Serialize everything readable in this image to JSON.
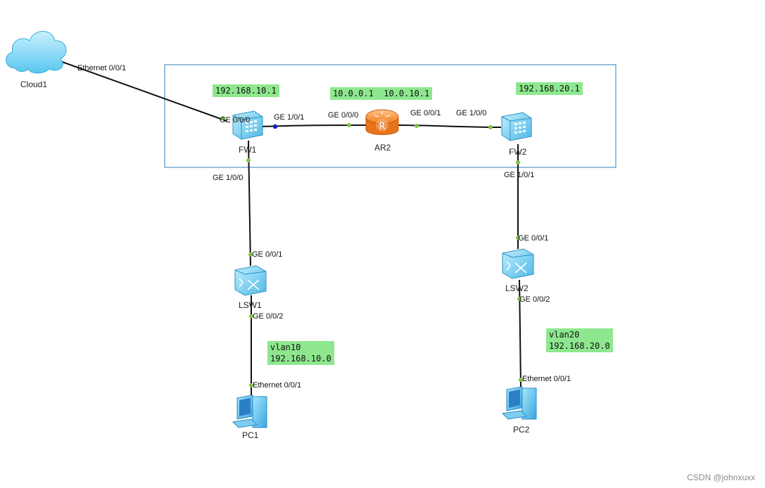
{
  "devices": {
    "cloud1": "Cloud1",
    "fw1": "FW1",
    "ar2": "AR2",
    "fw2": "FW2",
    "lsw1": "LSW1",
    "lsw2": "LSW2",
    "pc1": "PC1",
    "pc2": "PC2"
  },
  "ports": {
    "cloud_eth": "Ethernet 0/0/1",
    "fw1_ge000": "GE 0/0/0",
    "fw1_ge101": "GE 1/0/1",
    "ar2_ge000": "GE 0/0/0",
    "ar2_ge001": "GE 0/0/1",
    "fw2_ge100": "GE 1/0/0",
    "fw1_ge100": "GE 1/0/0",
    "fw2_ge101": "GE 1/0/1",
    "lsw1_ge001": "GE 0/0/1",
    "lsw1_ge002": "GE 0/0/2",
    "lsw2_ge001": "GE 0/0/1",
    "lsw2_ge002": "GE 0/0/2",
    "pc1_eth": "Ethernet 0/0/1",
    "pc2_eth": "Ethernet 0/0/1"
  },
  "notes": {
    "fw1_ip": "192.168.10.1",
    "ar2_ip": "10.0.0.1  10.0.10.1",
    "fw2_ip": "192.168.20.1",
    "vlan10": "vlan10\n192.168.10.0",
    "vlan20": "vlan20\n192.168.20.0"
  },
  "watermark": "CSDN @johnxuxx",
  "colors": {
    "note_bg": "#8ee78e",
    "link": "#111111",
    "port_dot": "#7dc242",
    "active_dot": "#1a1acc",
    "area_border": "#2f7fb8"
  }
}
